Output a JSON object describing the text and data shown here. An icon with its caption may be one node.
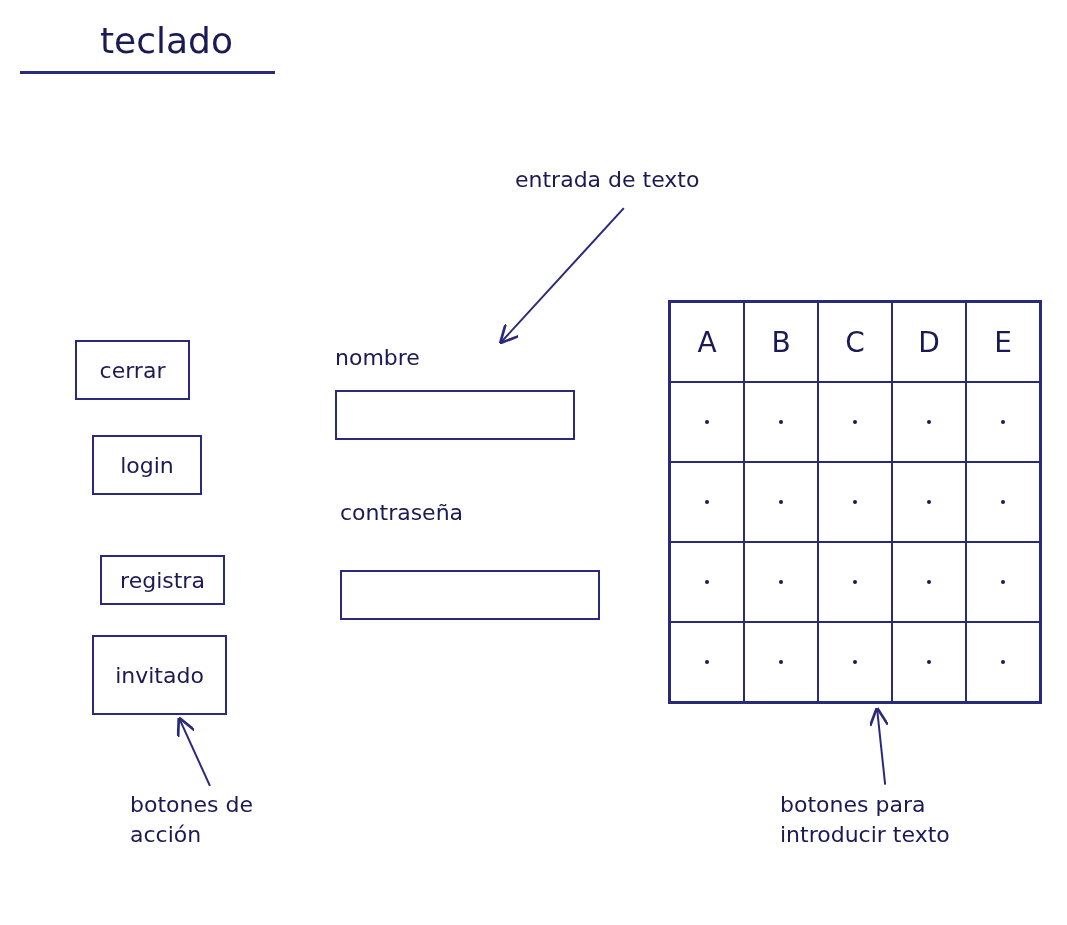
{
  "diagram": {
    "title": "teclado",
    "nodes": [
      {
        "text": [
          "entrada de texto"
        ]
      },
      {
        "text": [
          "cerrar"
        ]
      },
      {
        "text": [
          "login"
        ]
      },
      {
        "text": [
          "registra"
        ]
      },
      {
        "text": [
          "invitado"
        ]
      },
      {
        "text": [
          "nombre"
        ]
      },
      {
        "text": [
          "contraseña"
        ]
      },
      {
        "text": [],
        "shape": "box"
      },
      {
        "text": [
          "A"
        ],
        "in": 7
      },
      {
        "text": [
          "B"
        ],
        "in": 7
      },
      {
        "text": [
          "C"
        ],
        "in": 7
      },
      {
        "text": [
          "D"
        ],
        "in": 7
      },
      {
        "text": [
          "E"
        ],
        "in": 7
      },
      {
        "text": [],
        "shape": "box",
        "in": 7
      },
      {
        "text": [],
        "shape": "box",
        "in": 7
      },
      {
        "text": [],
        "shape": "box",
        "in": 7
      },
      {
        "text": [],
        "shape": "box",
        "in": 7
      },
      {
        "text": [],
        "shape": "box",
        "in": 7
      },
      {
        "text": [],
        "shape": "box",
        "in": 7
      },
      {
        "text": [],
        "shape": "box",
        "in": 7
      },
      {
        "text": [],
        "shape": "box",
        "in": 7
      },
      {
        "text": [],
        "shape": "box",
        "in": 7
      },
      {
        "text": [],
        "shape": "box",
        "in": 7
      },
      {
        "text": [],
        "shape": "box",
        "in": 7
      },
      {
        "text": [],
        "shape": "box",
        "in": 7
      },
      {
        "text": [],
        "shape": "box",
        "in": 7
      },
      {
        "text": [],
        "shape": "box",
        "in": 7
      },
      {
        "text": [],
        "shape": "box",
        "in": 7
      },
      {
        "text": [],
        "shape": "box",
        "in": 7
      },
      {
        "text": [],
        "shape": "box",
        "in": 7
      },
      {
        "text": [],
        "shape": "box",
        "in": 7
      },
      {
        "text": [],
        "shape": "box",
        "in": 7
      },
      {
        "text": [],
        "shape": "box",
        "in": 7
      },
      {
        "text": [
          "botones de acción"
        ]
      },
      {
        "text": [
          "botones para introducir texto"
        ]
      }
    ],
    "edges": [
      {
        "from": 0,
        "to": 5,
        "arrow": "to"
      },
      {
        "from": 33,
        "to": 4,
        "arrow": "to"
      },
      {
        "from": 34,
        "to": 7,
        "arrow": "to"
      }
    ]
  }
}
